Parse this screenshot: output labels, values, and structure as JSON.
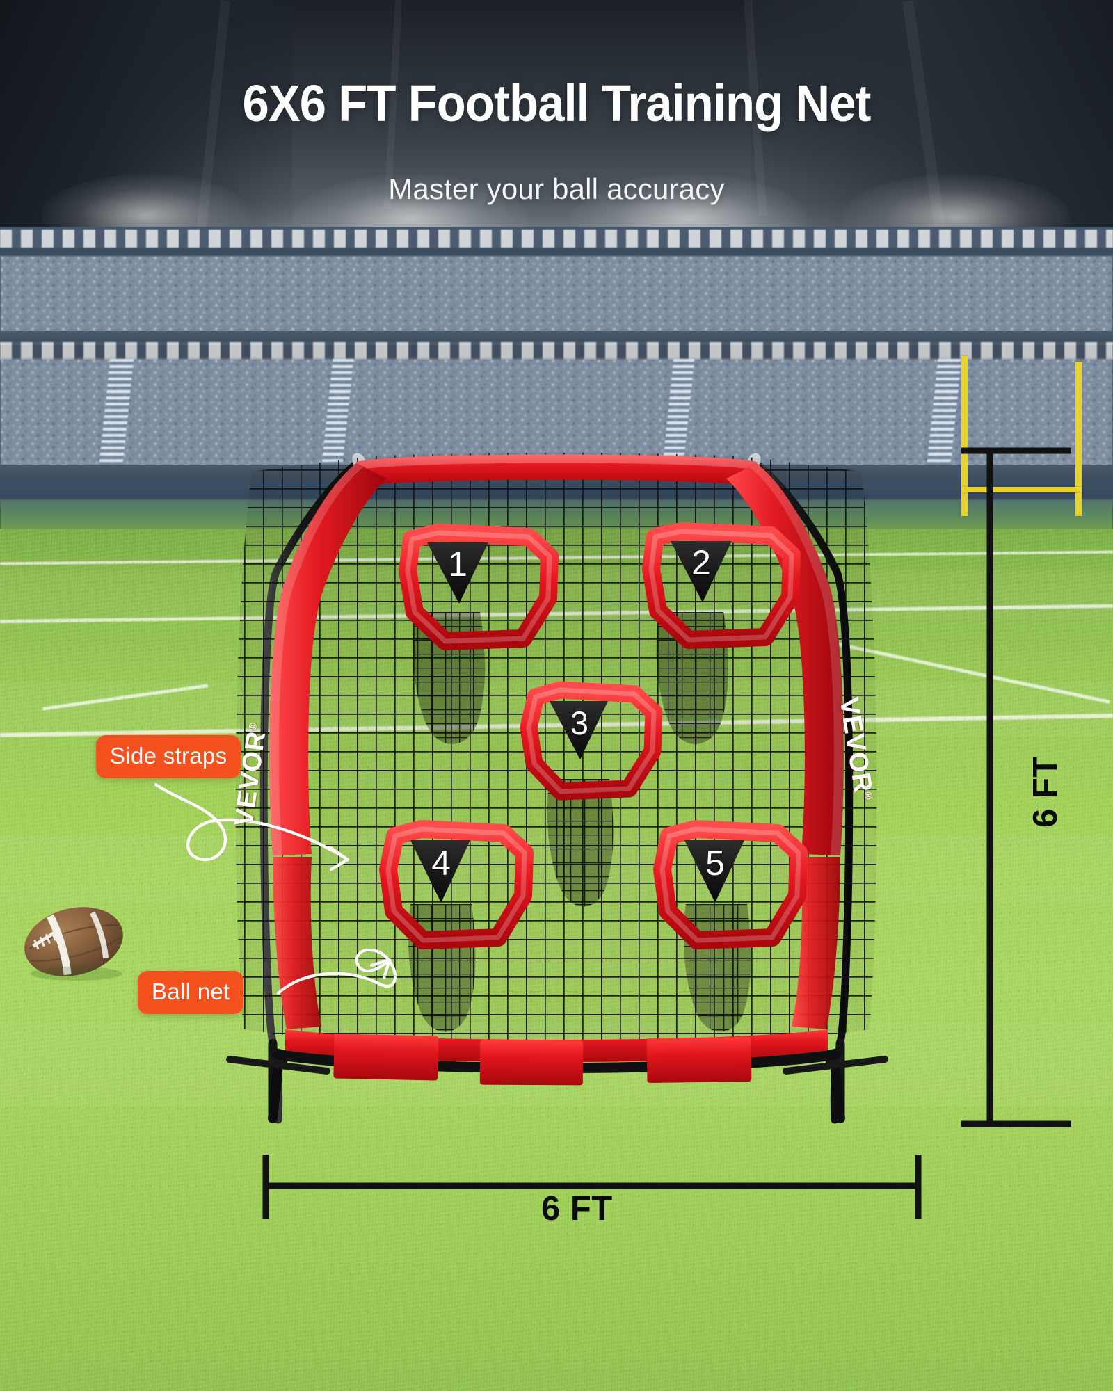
{
  "header": {
    "title": "6X6 FT Football Training Net",
    "subtitle": "Master your ball accuracy"
  },
  "callouts": [
    {
      "id": "side-straps",
      "label": "Side straps"
    },
    {
      "id": "ball-net",
      "label": "Ball net"
    }
  ],
  "dimensions": {
    "height_label": "6 FT",
    "width_label": "6 FT"
  },
  "product": {
    "brand": "VEVOR",
    "brand_mark": "®",
    "targets": [
      {
        "id": 1,
        "number": "1"
      },
      {
        "id": 2,
        "number": "2"
      },
      {
        "id": 3,
        "number": "3"
      },
      {
        "id": 4,
        "number": "4"
      },
      {
        "id": 5,
        "number": "5"
      }
    ]
  },
  "colors": {
    "accent_orange": "#f4511e",
    "net_red": "#e2121c",
    "frame_black": "#151515",
    "title_white": "#ffffff",
    "grass_green": "#a4d25c",
    "goalpost_yellow": "#e8d22e"
  }
}
